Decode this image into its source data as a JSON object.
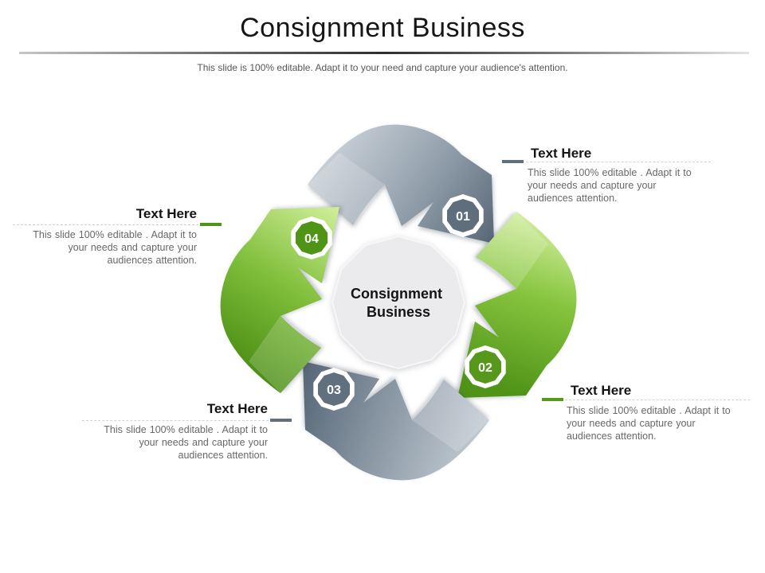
{
  "slide": {
    "title": "Consignment Business",
    "subtitle": "This slide is 100% editable. Adapt it to your need and capture your audience's attention."
  },
  "diagram": {
    "center": {
      "line1": "Consignment",
      "line2": "Business"
    },
    "steps": [
      {
        "number": "01",
        "heading": "Text Here",
        "body": "This slide 100% editable . Adapt it to your needs and capture your audiences attention.",
        "color": "#5f6e7d"
      },
      {
        "number": "02",
        "heading": "Text Here",
        "body": "This slide 100% editable . Adapt it to your needs and capture your audiences attention.",
        "color": "#55981c"
      },
      {
        "number": "03",
        "heading": "Text Here",
        "body": "This slide 100% editable . Adapt it to your needs and capture your audiences attention.",
        "color": "#60707f"
      },
      {
        "number": "04",
        "heading": "Text Here",
        "body": "This slide 100% editable . Adapt it to your needs and capture your audiences attention.",
        "color": "#4f9317"
      }
    ],
    "colors": {
      "gray_light": "#c9d1d8",
      "gray_dark": "#566575",
      "green_light": "#d4f0a0",
      "green_dark": "#4f9317",
      "center_fill": "#ebebed"
    }
  }
}
